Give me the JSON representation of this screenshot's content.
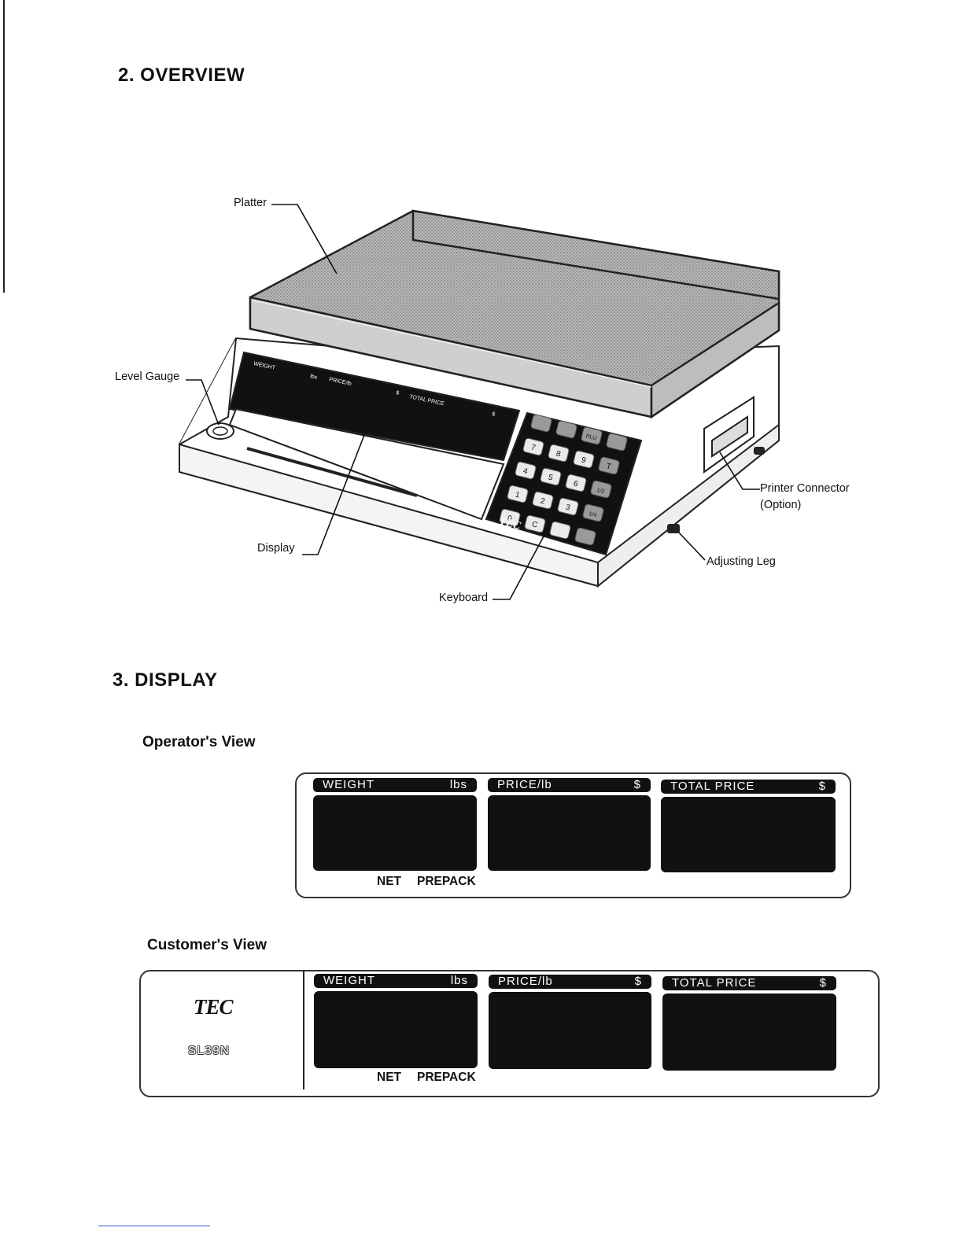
{
  "overview": {
    "heading": "2. OVERVIEW",
    "callouts": {
      "platter": "Platter",
      "level_gauge": "Level Gauge",
      "display": "Display",
      "keyboard": "Keyboard",
      "printer_connector_line1": "Printer Connector",
      "printer_connector_line2": "(Option)",
      "adjusting_leg": "Adjusting Leg"
    },
    "scale_display_labels": {
      "weight": "WEIGHT",
      "weight_unit": "lbs",
      "price": "PRICE/lb",
      "price_unit": "$",
      "total": "TOTAL PRICE",
      "total_unit": "$"
    },
    "scale_brand": "TEC",
    "keypad_keys": [
      "7",
      "8",
      "9",
      "4",
      "5",
      "6",
      "1",
      "2",
      "3",
      "0",
      "C",
      "PLU",
      "T",
      "1/2",
      "1/4"
    ]
  },
  "display": {
    "heading": "3. DISPLAY",
    "operator_view": {
      "title": "Operator's View",
      "segments": [
        {
          "label": "WEIGHT",
          "unit": "lbs"
        },
        {
          "label": "PRICE/lb",
          "unit": "$"
        },
        {
          "label": "TOTAL PRICE",
          "unit": "$"
        }
      ],
      "indicators": {
        "net": "NET",
        "prepack": "PREPACK"
      }
    },
    "customer_view": {
      "title": "Customer's View",
      "brand": "TEC",
      "model": "SL39N",
      "segments": [
        {
          "label": "WEIGHT",
          "unit": "lbs"
        },
        {
          "label": "PRICE/lb",
          "unit": "$"
        },
        {
          "label": "TOTAL PRICE",
          "unit": "$"
        }
      ],
      "indicators": {
        "net": "NET",
        "prepack": "PREPACK"
      }
    }
  },
  "colors": {
    "ink": "#111111",
    "panel_border": "#333333",
    "lcd": "#111111",
    "footnote_rule": "#2a55d0"
  }
}
